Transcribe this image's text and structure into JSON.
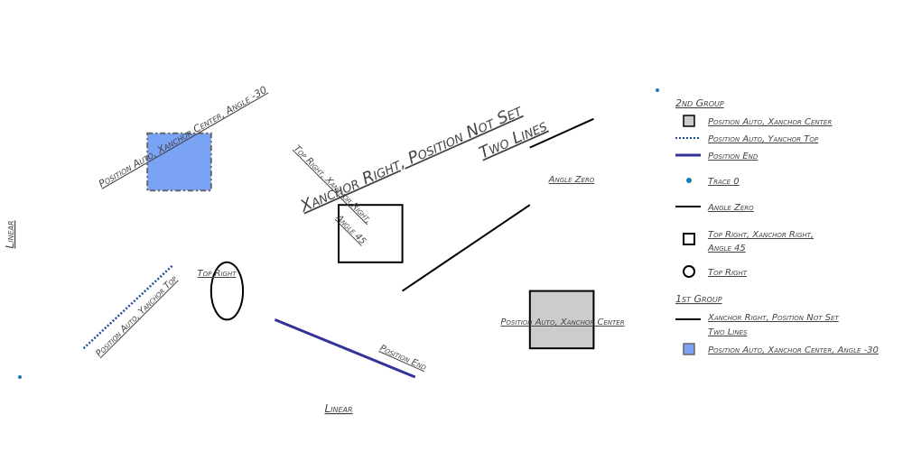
{
  "chart_data": {
    "type": "scatter",
    "title": "",
    "xlabel": "Linear",
    "ylabel": "Linear",
    "xlim": [
      0,
      10
    ],
    "ylim": [
      0,
      10
    ],
    "series": [
      {
        "name": "Trace 0",
        "marker": "dot",
        "color": "#1f77b4",
        "points": [
          [
            0,
            0
          ],
          [
            10,
            10
          ]
        ]
      }
    ],
    "shapes": [
      {
        "kind": "rect",
        "x0": 2,
        "x1": 3,
        "y0": 6.5,
        "y1": 8.5,
        "fill": "#7aa3f5",
        "line": "#666",
        "dash": "dashdot"
      },
      {
        "kind": "rect",
        "x0": 5,
        "x1": 6,
        "y0": 4,
        "y1": 6,
        "fill": "none",
        "line": "#000"
      },
      {
        "kind": "rect",
        "x0": 8,
        "x1": 9,
        "y0": 1,
        "y1": 3,
        "fill": "#cccccc",
        "line": "#000"
      },
      {
        "kind": "circle",
        "x0": 3,
        "x1": 3.5,
        "y0": 2,
        "y1": 4,
        "fill": "none",
        "line": "#000"
      },
      {
        "kind": "line",
        "x0": 1,
        "x1": 2.4,
        "y0": 1,
        "y1": 3.9,
        "line": "#1f4e9a",
        "dash": "dot"
      },
      {
        "kind": "line",
        "x0": 4,
        "x1": 6.2,
        "y0": 2,
        "y1": 0,
        "line": "#33339a"
      },
      {
        "kind": "line",
        "x0": 6,
        "x1": 8,
        "y0": 3,
        "y1": 6
      },
      {
        "kind": "line",
        "x0": 8,
        "x1": 9,
        "y0": 8,
        "y1": 9
      }
    ],
    "annotations": {
      "shape1": "Position Auto, Xanchor Center, Angle -30",
      "rect2": "Top Right, Xanchor Right,",
      "rect2b": "Angle 45",
      "rect3": "Position Auto, Xanchor Center",
      "circle": "Top Right",
      "dotline": "Position Auto, Yanchor Top",
      "poslinee": "Position End",
      "anglezero": "Angle Zero",
      "xanchor1": "Xanchor Right, Position Not Set",
      "xanchor2": "Two Lines"
    },
    "legend": {
      "placement": "right",
      "group2_title": "2nd Group",
      "group1_title": "1st Group",
      "items_group2": [
        "Position Auto, Xanchor Center",
        "Position Auto, Yanchor Top",
        "Position End",
        "Trace 0",
        "Angle Zero",
        "Top Right, Xanchor Right,",
        "Angle 45",
        "Top Right"
      ],
      "items_group1": [
        "Xanchor Right, Position Not Set",
        "Two Lines",
        "Position Auto, Xanchor Center, Angle -30"
      ]
    },
    "grid": false
  }
}
